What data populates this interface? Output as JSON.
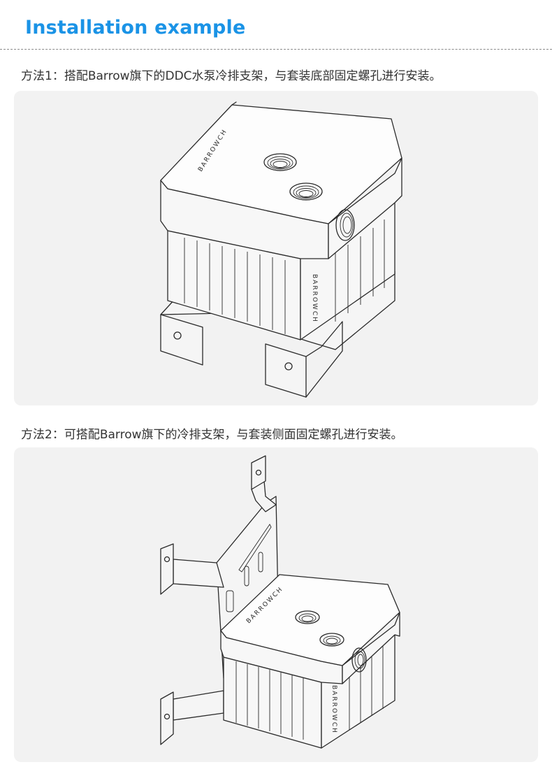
{
  "header": {
    "title": "Installation example"
  },
  "sections": [
    {
      "caption": "方法1：搭配Barrow旗下的DDC水泵冷排支架，与套装底部固定螺孔进行安装。",
      "brand_mark": "BARROWCH"
    },
    {
      "caption": "方法2：可搭配Barrow旗下的冷排支架，与套装侧面固定螺孔进行安装。",
      "brand_mark": "BARROWCH"
    }
  ],
  "colors": {
    "title": "#1a93e6",
    "panel_bg": "#f2f2f2",
    "line": "#2a2a2a"
  }
}
